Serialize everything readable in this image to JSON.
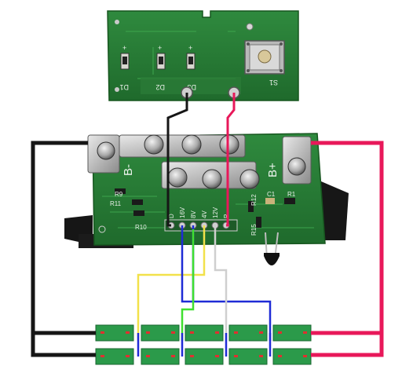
{
  "top_board": {
    "diodes": [
      {
        "ref": "D1"
      },
      {
        "ref": "D2"
      },
      {
        "ref": "D3"
      }
    ],
    "switch_ref": "S1"
  },
  "main_board": {
    "terminals": [
      "B-",
      "B+"
    ],
    "pin_labels": [
      "D",
      "16V",
      "8V",
      "4V",
      "12V",
      "P"
    ],
    "resistors": [
      "R9",
      "R11",
      "R10",
      "R12",
      "R15",
      "R1"
    ],
    "capacitor": "C1"
  },
  "wire_colors": {
    "black": "#161616",
    "red": "#e8185a",
    "blue": "#1f2bd6",
    "yellow": "#f2e14a",
    "green": "#3fe02f",
    "grey": "#cfcfcf"
  },
  "battery_cells": {
    "rows": 2,
    "columns": 5
  }
}
